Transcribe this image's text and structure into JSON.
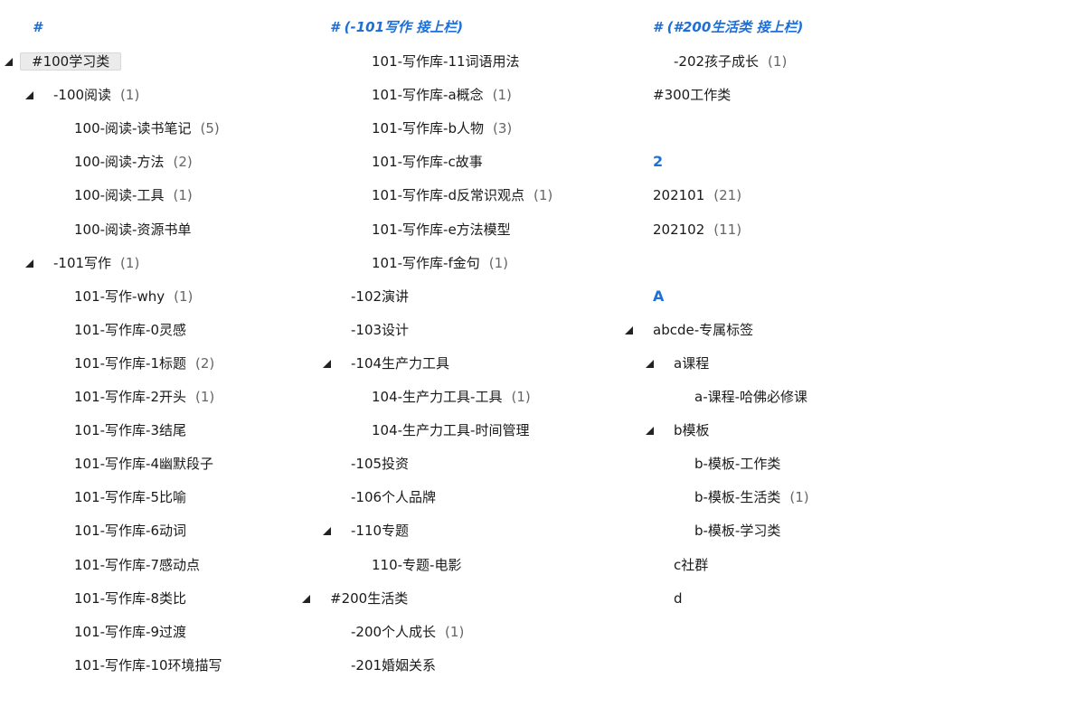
{
  "columns": [
    {
      "header": "#",
      "rows": [
        {
          "label": "#100学习类",
          "depth": 0,
          "expanded": true,
          "selected": true
        },
        {
          "label": "-100阅读",
          "count": "(1)",
          "depth": 1,
          "expanded": true
        },
        {
          "label": "100-阅读-读书笔记",
          "count": "(5)",
          "depth": 2
        },
        {
          "label": "100-阅读-方法",
          "count": "(2)",
          "depth": 2
        },
        {
          "label": "100-阅读-工具",
          "count": "(1)",
          "depth": 2
        },
        {
          "label": "100-阅读-资源书单",
          "depth": 2
        },
        {
          "label": "-101写作",
          "count": "(1)",
          "depth": 1,
          "expanded": true
        },
        {
          "label": "101-写作-why",
          "count": "(1)",
          "depth": 2
        },
        {
          "label": "101-写作库-0灵感",
          "depth": 2
        },
        {
          "label": "101-写作库-1标题",
          "count": "(2)",
          "depth": 2
        },
        {
          "label": "101-写作库-2开头",
          "count": "(1)",
          "depth": 2
        },
        {
          "label": "101-写作库-3结尾",
          "depth": 2
        },
        {
          "label": "101-写作库-4幽默段子",
          "depth": 2
        },
        {
          "label": "101-写作库-5比喻",
          "depth": 2
        },
        {
          "label": "101-写作库-6动词",
          "depth": 2
        },
        {
          "label": "101-写作库-7感动点",
          "depth": 2
        },
        {
          "label": "101-写作库-8类比",
          "depth": 2
        },
        {
          "label": "101-写作库-9过渡",
          "depth": 2
        },
        {
          "label": "101-写作库-10环境描写",
          "depth": 2
        }
      ]
    },
    {
      "header": "# (-101写作 接上栏)",
      "rows": [
        {
          "label": "101-写作库-11词语用法",
          "depth": 2
        },
        {
          "label": "101-写作库-a概念",
          "count": "(1)",
          "depth": 2
        },
        {
          "label": "101-写作库-b人物",
          "count": "(3)",
          "depth": 2
        },
        {
          "label": "101-写作库-c故事",
          "depth": 2
        },
        {
          "label": "101-写作库-d反常识观点",
          "count": "(1)",
          "depth": 2
        },
        {
          "label": "101-写作库-e方法模型",
          "depth": 2
        },
        {
          "label": "101-写作库-f金句",
          "count": "(1)",
          "depth": 2
        },
        {
          "label": "-102演讲",
          "depth": 1
        },
        {
          "label": "-103设计",
          "depth": 1
        },
        {
          "label": "-104生产力工具",
          "depth": 1,
          "expanded": true
        },
        {
          "label": "104-生产力工具-工具",
          "count": "(1)",
          "depth": 2
        },
        {
          "label": "104-生产力工具-时间管理",
          "depth": 2
        },
        {
          "label": "-105投资",
          "depth": 1
        },
        {
          "label": "-106个人品牌",
          "depth": 1
        },
        {
          "label": "-110专题",
          "depth": 1,
          "expanded": true
        },
        {
          "label": "110-专题-电影",
          "depth": 2
        },
        {
          "label": "#200生活类",
          "depth": 0,
          "expanded": true
        },
        {
          "label": "-200个人成长",
          "count": "(1)",
          "depth": 1
        },
        {
          "label": "-201婚姻关系",
          "depth": 1
        }
      ]
    },
    {
      "header": "# (#200生活类 接上栏)",
      "rows": [
        {
          "label": "-202孩子成长",
          "count": "(1)",
          "depth": 1
        },
        {
          "label": "#300工作类",
          "depth": 0
        },
        {
          "label": "",
          "depth": 0
        },
        {
          "label": "2",
          "depth": 0,
          "section": true
        },
        {
          "label": "202101",
          "count": "(21)",
          "depth": 0
        },
        {
          "label": "202102",
          "count": "(11)",
          "depth": 0
        },
        {
          "label": "",
          "depth": 0
        },
        {
          "label": "A",
          "depth": 0,
          "section": true
        },
        {
          "label": "abcde-专属标签",
          "depth": 0,
          "expanded": true
        },
        {
          "label": "a课程",
          "depth": 1,
          "expanded": true
        },
        {
          "label": "a-课程-哈佛必修课",
          "depth": 2
        },
        {
          "label": "b模板",
          "depth": 1,
          "expanded": true
        },
        {
          "label": "b-模板-工作类",
          "depth": 2
        },
        {
          "label": "b-模板-生活类",
          "count": "(1)",
          "depth": 2
        },
        {
          "label": "b-模板-学习类",
          "depth": 2
        },
        {
          "label": "c社群",
          "depth": 1
        },
        {
          "label": "d",
          "depth": 1
        }
      ]
    }
  ]
}
